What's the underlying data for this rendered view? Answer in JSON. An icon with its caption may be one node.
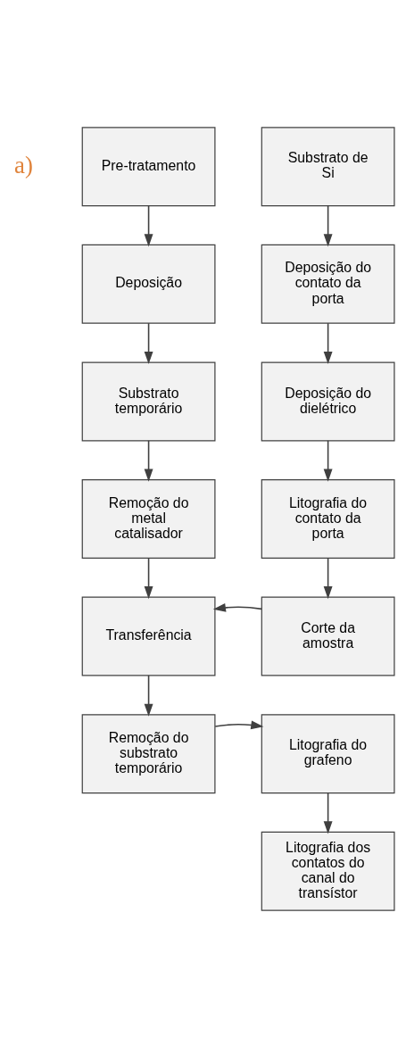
{
  "diagram": {
    "nodes": [
      {
        "text": [
          "Pre-tratamento"
        ]
      },
      {
        "text": [
          "Deposição"
        ]
      },
      {
        "text": [
          "Substrato temporário"
        ]
      },
      {
        "text": [
          "Remoção do metal catalisador"
        ]
      },
      {
        "text": [
          "Transferência"
        ]
      },
      {
        "text": [
          "Remoção do substrato temporário"
        ]
      },
      {
        "text": [
          "Substrato de Si"
        ]
      },
      {
        "text": [
          "Deposição do contato da porta"
        ]
      },
      {
        "text": [
          "Deposição do dielétrico"
        ]
      },
      {
        "text": [
          "Litografia do contato da porta"
        ]
      },
      {
        "text": [
          "Corte da amostra"
        ]
      },
      {
        "text": [
          "Litografia do grafeno"
        ]
      },
      {
        "text": [
          "Litografia dos contatos do canal do transístor"
        ]
      }
    ],
    "edges": [
      {
        "from": 0,
        "to": 1,
        "arrow": "to"
      },
      {
        "from": 1,
        "to": 2,
        "arrow": "to"
      },
      {
        "from": 2,
        "to": 3,
        "arrow": "to"
      },
      {
        "from": 3,
        "to": 4,
        "arrow": "to"
      },
      {
        "from": 4,
        "to": 5,
        "arrow": "to"
      },
      {
        "from": 6,
        "to": 7,
        "arrow": "to"
      },
      {
        "from": 7,
        "to": 8,
        "arrow": "to"
      },
      {
        "from": 8,
        "to": 9,
        "arrow": "to"
      },
      {
        "from": 9,
        "to": 10,
        "arrow": "to"
      },
      {
        "from": 10,
        "to": 4,
        "arrow": "to"
      },
      {
        "from": 5,
        "to": 11,
        "arrow": "to"
      },
      {
        "from": 11,
        "to": 12,
        "arrow": "to"
      }
    ],
    "labels": [
      "a)"
    ]
  }
}
